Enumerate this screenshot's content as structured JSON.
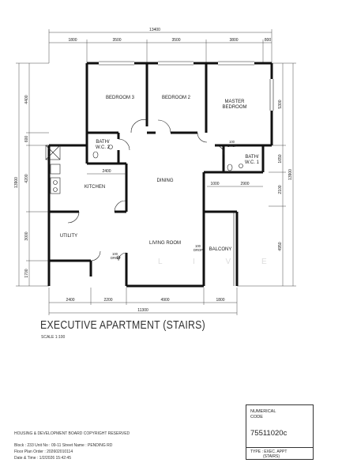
{
  "plan": {
    "title": "EXECUTIVE APARTMENT (STAIRS)",
    "scale": "SCALE 1:100",
    "watermark": "L I V E",
    "rooms": {
      "bedroom3": "BEDROOM 3",
      "bedroom2": "BEDROOM 2",
      "master_bedroom_line1": "MASTER",
      "master_bedroom_line2": "BEDROOM",
      "bath2_line1": "BATH/",
      "bath2_line2": "W.C. 2",
      "bath1_line1": "BATH/",
      "bath1_line2": "W.C. 1",
      "kitchen": "KITCHEN",
      "dining": "DINING",
      "utility": "UTILITY",
      "living_room": "LIVING ROOM",
      "balcony": "BALCONY"
    },
    "annotations": {
      "drop1_line1": "100",
      "drop1_line2": "DROP",
      "drop2_line1": "100",
      "drop2_line2": "DROP",
      "drop3_line1": "100",
      "drop3_line2": "DROP"
    },
    "dimensions": {
      "top_total": "13400",
      "top_1": "1800",
      "top_2": "3500",
      "top_3": "3500",
      "top_4": "3800",
      "top_5": "800",
      "bottom_total": "11300",
      "bottom_1": "2400",
      "bottom_2": "2200",
      "bottom_3": "4900",
      "bottom_4": "1800",
      "left_total": "13900",
      "left_1": "4400",
      "left_2": "600",
      "left_3": "4200",
      "left_4": "3000",
      "left_5": "1700",
      "right_total": "13900",
      "right_1": "5300",
      "right_2": "1650",
      "right_3": "2100",
      "right_4": "4950",
      "inner_kitchen": "2400",
      "inner_bath1_a": "1000",
      "inner_bath1_b": "2900"
    }
  },
  "footer": {
    "copyright": "HOUSING & DEVELOPMENT BOARD  COPYRIGHT RESERVED",
    "block_line": "Block : 233   Unit No : 09-11         Street Name : PENDING RD",
    "floor_plan_order": "Floor Plan Order : 202602010114",
    "date_time": "Date & Time : 1/2/2026  15:42:45"
  },
  "code_box": {
    "label": "NUMERICAL CODE",
    "value": "75511020c",
    "type_line1": "TYPE : EXEC. APPT",
    "type_line2": "(STAIRS)"
  }
}
